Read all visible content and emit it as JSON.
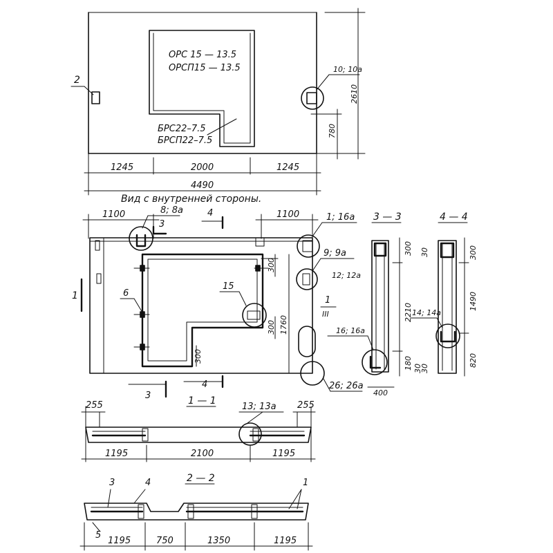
{
  "top_view": {
    "mark_1": "ОРС 15 — 13.5",
    "mark_2": "ОРСП15 — 13.5",
    "mark_3": "БРС22–7.5",
    "mark_4": "БРСП22–7.5",
    "dim_left": "1245",
    "dim_mid": "2000",
    "dim_right": "1245",
    "dim_total": "4490",
    "dim_height": "2610",
    "dim_low": "780",
    "callout_left": "2",
    "callout_right": "10; 10a"
  },
  "view_title": "Вид с внутренней стороны.",
  "inner_view": {
    "dim_left": "1100",
    "dim_right": "1100",
    "callout_8": "8; 8a",
    "section_3": "3",
    "section_4": "4",
    "callout_1": "1; 16a",
    "callout_9": "9; 9a",
    "callout_12": "12; 12a",
    "callout_15": "15",
    "callout_6": "6",
    "frac_num": "1",
    "frac_den": "III",
    "callout_16": "16; 16a",
    "callout_26": "26; 26a",
    "dim_300a": "300",
    "dim_300b": "300",
    "dim_300c": "300",
    "dim_1760": "1760",
    "side_1": "1"
  },
  "section_3_3": {
    "title": "3 — 3",
    "dim_300": "300",
    "dim_2210": "2210",
    "dim_180": "180",
    "dim_30": "30",
    "dim_400": "400"
  },
  "section_4_4": {
    "title": "4 — 4",
    "dim_30a": "30",
    "dim_300": "300",
    "dim_1490": "1490",
    "callout_14": "14; 14a",
    "dim_820": "820",
    "dim_30b": "30"
  },
  "section_1_1": {
    "title": "1 — 1",
    "dim_255a": "255",
    "dim_255b": "255",
    "callout_13": "13; 13a",
    "dim_1195a": "1195",
    "dim_2100": "2100",
    "dim_1195b": "1195"
  },
  "section_2_2": {
    "title": "2 — 2",
    "callout_3": "3",
    "callout_4": "4",
    "callout_1": "1",
    "callout_5": "5",
    "dim_1195a": "1195",
    "dim_750": "750",
    "dim_1350": "1350",
    "dim_1195b": "1195"
  }
}
